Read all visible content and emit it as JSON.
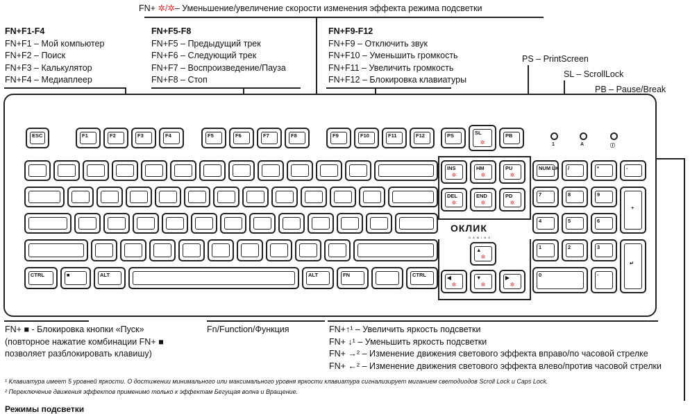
{
  "top_note": {
    "prefix": "FN+ ",
    "icons": "✲/✲",
    "text": "– Уменьшение/увеличение скорости изменения эффекта режима подсветки"
  },
  "group_f1_f4": {
    "title": "FN+F1-F4",
    "lines": [
      "FN+F1 – Мой компьютер",
      "FN+F2 – Поиск",
      "FN+F3 – Калькулятор",
      "FN+F4 – Медиаплеер"
    ]
  },
  "group_f5_f8": {
    "title": "FN+F5-F8",
    "lines": [
      "FN+F5 – Предыдущий трек",
      "FN+F6 – Следующий трек",
      "FN+F7 – Воспроизведение/Пауза",
      "FN+F8 – Стоп"
    ]
  },
  "group_f9_f12": {
    "title": "FN+F9-F12",
    "lines": [
      "FN+F9 – Отключить звук",
      "FN+F10 – Уменьшить громкость",
      "FN+F11 – Увеличить громкость",
      "FN+F12 – Блокировка клавиатуры"
    ]
  },
  "ps_note": "PS – PrintScreen",
  "sl_note": "SL – ScrollLock",
  "pb_note": "PB – Pause/Break",
  "win_note": {
    "line1": "FN+ ■ - Блокировка кнопки «Пуск»",
    "line2": "(повторное нажатие комбинации FN+ ■",
    "line3": "позволяет разблокировать клавишу)"
  },
  "fn_note": "Fn/Function/Функция",
  "arrow_notes": [
    "FN+↑¹ – Увеличить яркость подсветки",
    "FN+ ↓¹ – Уменьшить яркость подсветки",
    "FN+ →² – Изменение движения светового эффекта вправо/по часовой стрелке",
    "FN+ ←² – Изменение движения светового эффекта влево/против часовой стрелки"
  ],
  "footnotes": [
    "¹ Клавиатура имеет 5 уровней яркости. О достижении минимального или максимального уровня яркости клавиатура сигнализирует миганием светодиодов Scroll Lock и Caps Lock.",
    "² Переключение движения эффектов применимо только к эффектам Бегущая волна и Вращение."
  ],
  "cut_heading": "Режимы подсветки",
  "logo": {
    "name": "ОКЛИК",
    "sub": "GAMING"
  },
  "leds": [
    "1",
    "A",
    "Ⓘ"
  ],
  "keys": {
    "esc": "ESC",
    "f1": "F1",
    "f2": "F2",
    "f3": "F3",
    "f4": "F4",
    "f5": "F5",
    "f6": "F6",
    "f7": "F7",
    "f8": "F8",
    "f9": "F9",
    "f10": "F10",
    "f11": "F11",
    "f12": "F12",
    "ps": "PS",
    "sl": "SL",
    "pb": "PB",
    "ins": "INS",
    "hm": "HM",
    "pu": "PU",
    "del": "DEL",
    "end": "END",
    "pd": "PD",
    "ctrl": "CTRL",
    "alt": "ALT",
    "fn": "FN",
    "numlk": "NUM LK",
    "n7": "7",
    "n8": "8",
    "n9": "9",
    "n4": "4",
    "n5": "5",
    "n6": "6",
    "n1": "1",
    "n2": "2",
    "n3": "3",
    "n0": "0",
    "ndot": "·",
    "nslash": "/",
    "nstar": "*",
    "nminus": "-",
    "nplus": "+"
  }
}
